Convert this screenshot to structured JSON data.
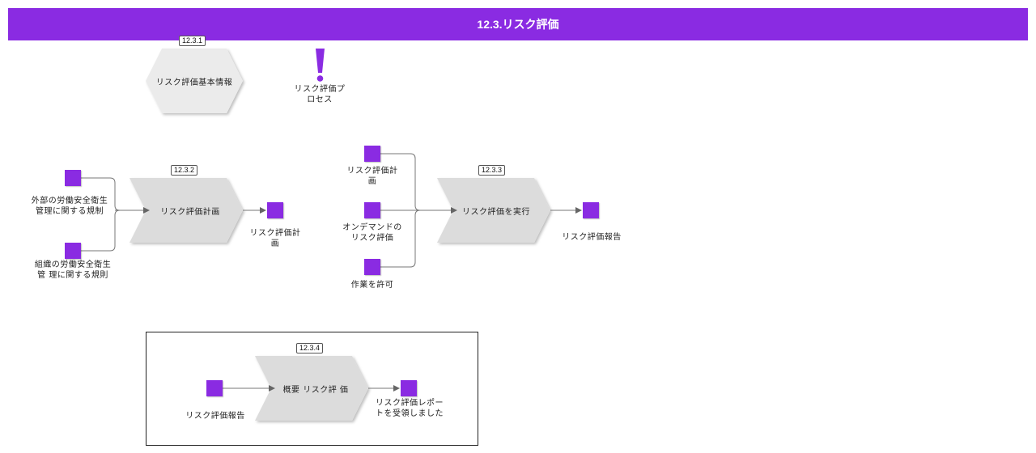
{
  "title": "12.3.リスク評価",
  "colors": {
    "accent": "#8a2be2",
    "process_fill": "#dcdcdc",
    "hexagon_fill": "#ebebeb"
  },
  "icons": {
    "exclamation": "exclamation-icon"
  },
  "section1": {
    "tag": "12.3.1",
    "hexagon_label": "リスク評価基本情報",
    "exclamation_label": "リスク評価プロセス"
  },
  "process2": {
    "tag": "12.3.2",
    "label": "リスク評価計画",
    "input1": "外部の労働安全衛生 管理に関する規制",
    "input2": "組織の労働安全衛生管 理に関する規則",
    "output": "リスク評価計画"
  },
  "process3": {
    "tag": "12.3.3",
    "label": "リスク評価を実行",
    "input1": "リスク評価計画",
    "input2": "オンデマンドのリスク評価",
    "input3": "作業を許可",
    "output": "リスク評価報告"
  },
  "process4": {
    "tag": "12.3.4",
    "label": "概要 リスク評 価",
    "input": "リスク評価報告",
    "output": "リスク評価レポートを受領しました"
  }
}
